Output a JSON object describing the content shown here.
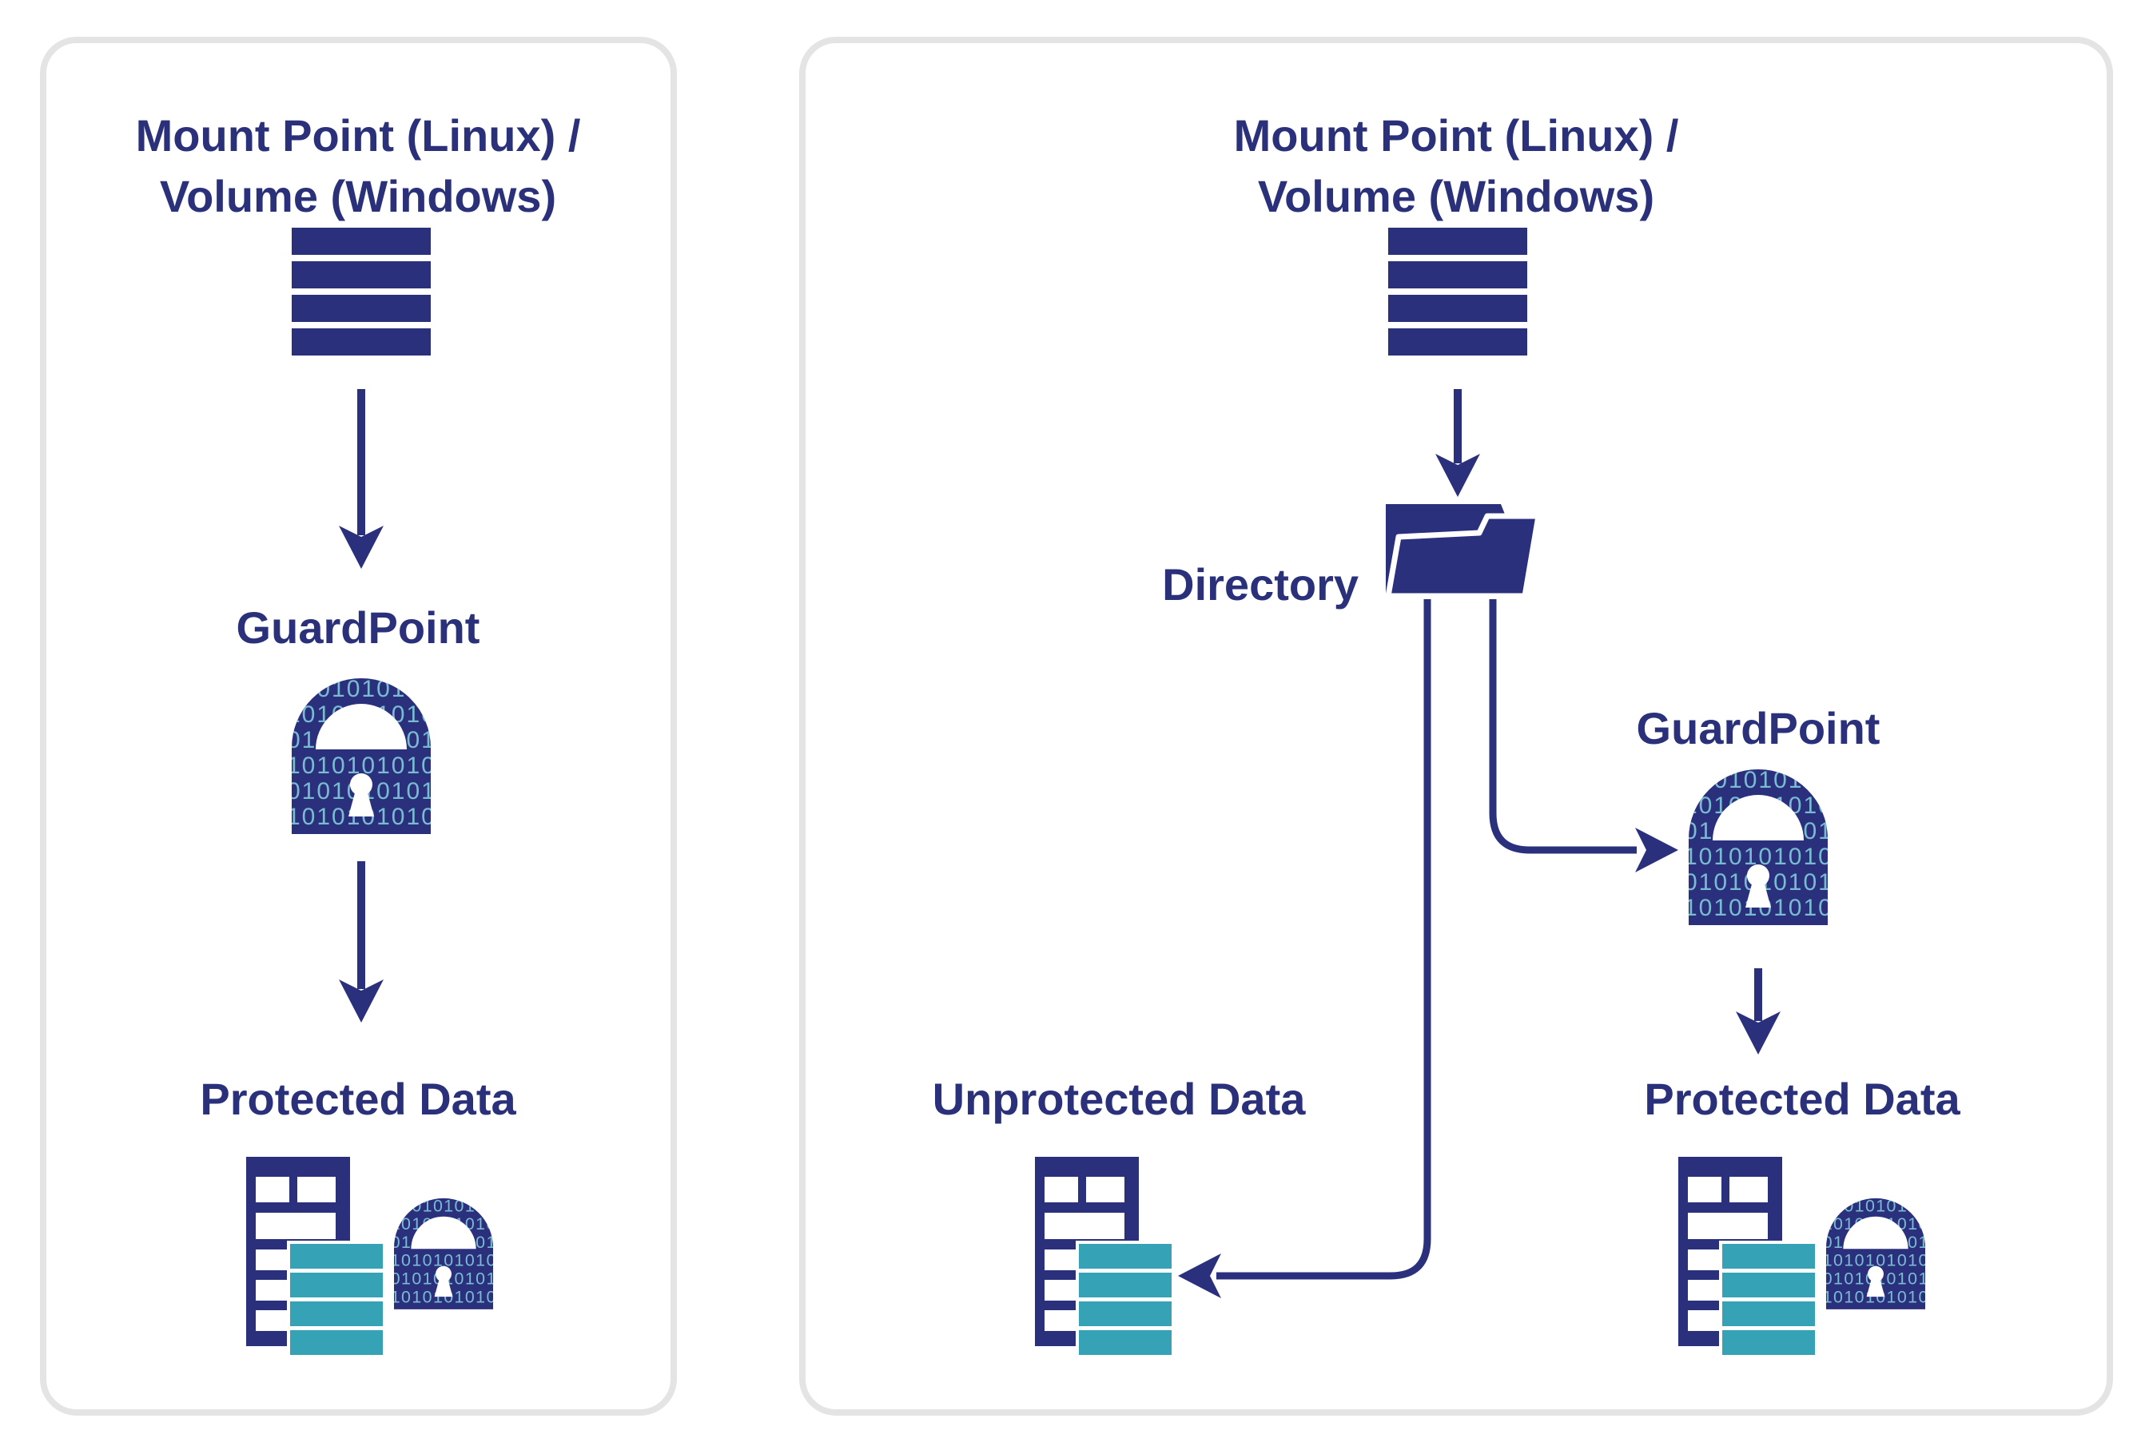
{
  "colors": {
    "navy": "#2B307D",
    "teal": "#36A2B5",
    "binary_digits": "#79BCD2",
    "panel_border": "#E4E4E4",
    "background": "#FFFFFF"
  },
  "left_panel": {
    "title_line1": "Mount Point (Linux) /",
    "title_line2": "Volume (Windows)",
    "guardpoint_label": "GuardPoint",
    "protected_data_label": "Protected Data"
  },
  "right_panel": {
    "title_line1": "Mount Point (Linux) /",
    "title_line2": "Volume (Windows)",
    "directory_label": "Directory",
    "guardpoint_label": "GuardPoint",
    "unprotected_data_label": "Unprotected Data",
    "protected_data_label": "Protected Data"
  },
  "icons": {
    "lock_binary_row_a": "0101010101010",
    "lock_binary_row_b": "1010101010101"
  }
}
